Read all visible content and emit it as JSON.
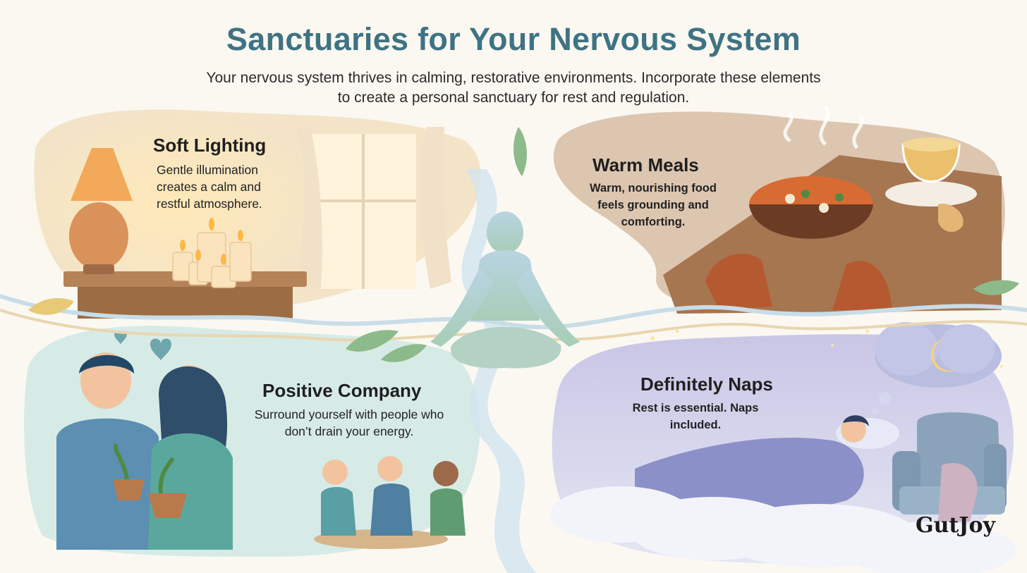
{
  "header": {
    "title": "Sanctuaries for Your Nervous System",
    "subtitle": "Your nervous system thrives in calming, restorative environments. Incorporate these elements to create a personal sanctuary for rest and regulation."
  },
  "cards": {
    "soft_lighting": {
      "title": "Soft Lighting",
      "description": "Gentle illumination creates a calm and restful atmosphere."
    },
    "warm_meals": {
      "title": "Warm Meals",
      "description": "Warm, nourishing food feels grounding and comforting."
    },
    "positive_company": {
      "title": "Positive Company",
      "description": "Surround yourself with people who don’t drain your energy."
    },
    "naps": {
      "title": "Definitely Naps",
      "description": "Rest is essential. Naps included."
    }
  },
  "branding": {
    "logo_text": "GutJoy"
  },
  "colors": {
    "title": "#3f7383",
    "background": "#fbf8f2",
    "lighting_panel": "#f3e4c8",
    "meals_panel": "#dcc6b0",
    "company_panel": "#d7ebe6",
    "naps_panel": "#d9dcef",
    "figure": "#a9c9d6"
  }
}
